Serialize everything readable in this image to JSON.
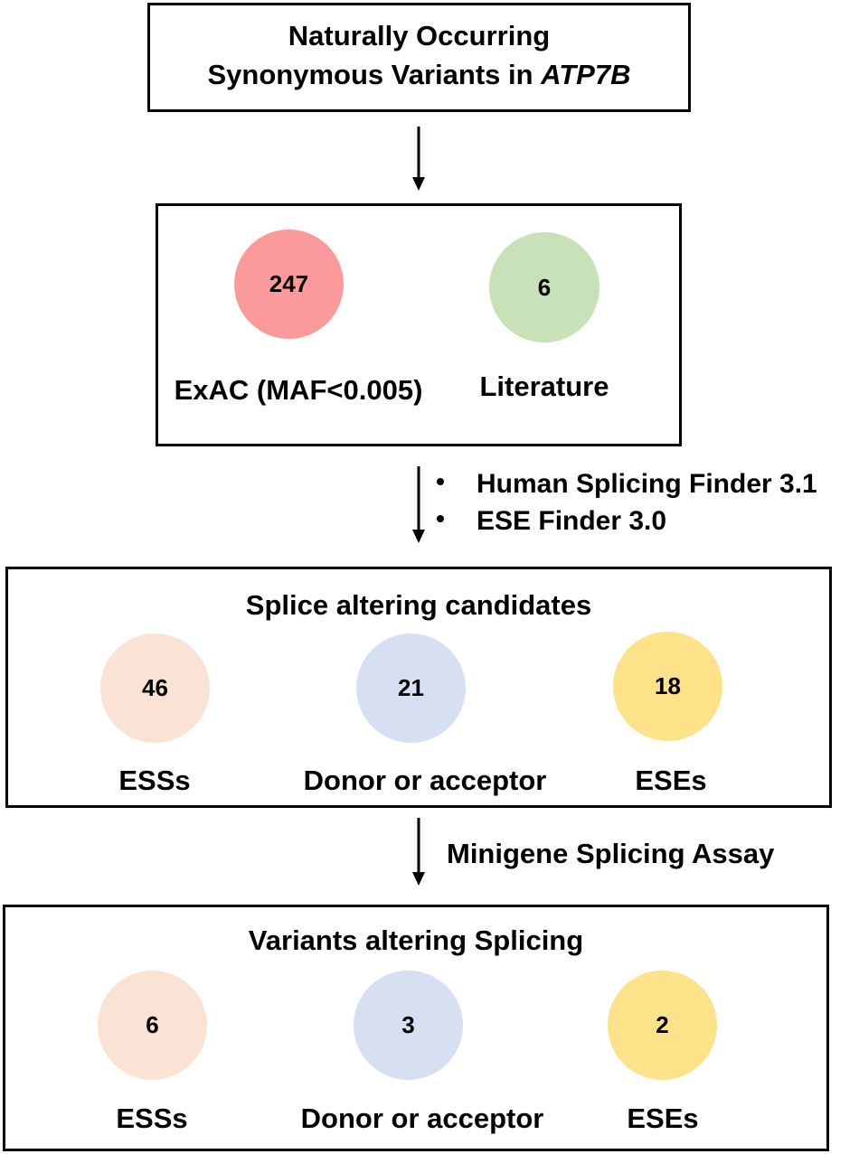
{
  "title_box": {
    "line1": "Naturally Occurring",
    "line2_prefix": "Synonymous Variants in ",
    "line2_gene": "ATP7B"
  },
  "sources": [
    {
      "count": "247",
      "label": "ExAC (MAF<0.005)",
      "color": "#fb9a9a"
    },
    {
      "count": "6",
      "label": "Literature",
      "color": "#c8e1b8"
    }
  ],
  "tools": [
    "Human Splicing Finder 3.1",
    "ESE Finder 3.0"
  ],
  "candidates": {
    "title": "Splice altering candidates",
    "items": [
      {
        "count": "46",
        "label": "ESSs",
        "color": "#fae3d4"
      },
      {
        "count": "21",
        "label": "Donor or acceptor",
        "color": "#d6e0f2"
      },
      {
        "count": "18",
        "label": "ESEs",
        "color": "#fce38a"
      }
    ]
  },
  "assay_label": "Minigene Splicing Assay",
  "altering": {
    "title": "Variants altering Splicing",
    "items": [
      {
        "count": "6",
        "label": "ESSs",
        "color": "#fae3d4"
      },
      {
        "count": "3",
        "label": "Donor or acceptor",
        "color": "#d6e0f2"
      },
      {
        "count": "2",
        "label": "ESEs",
        "color": "#fce38a"
      }
    ]
  }
}
